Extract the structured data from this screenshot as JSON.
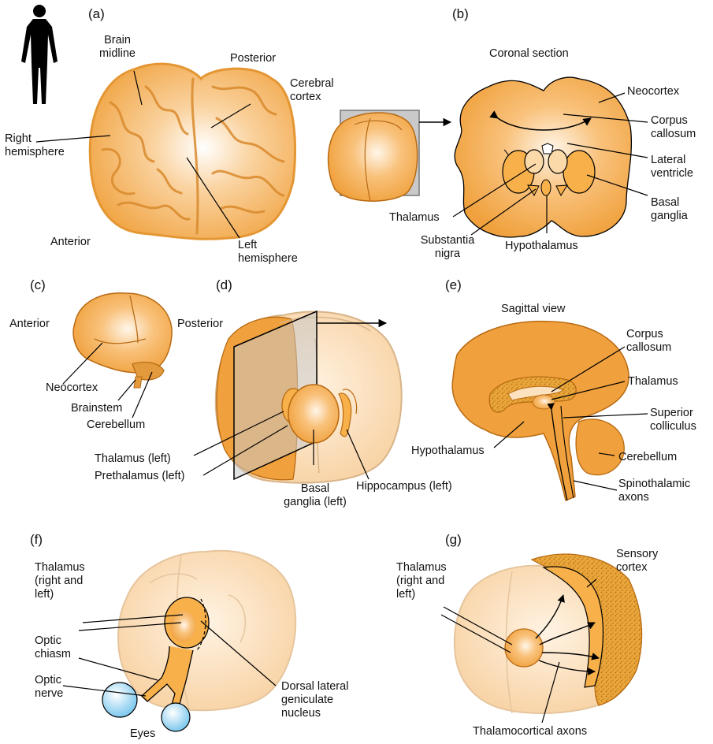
{
  "panels": {
    "a": {
      "letter": "(a)",
      "brain_midline": "Brain\nmidline",
      "posterior": "Posterior",
      "cerebral_cortex": "Cerebral\ncortex",
      "right_hemisphere": "Right\nhemisphere",
      "anterior": "Anterior",
      "left_hemisphere": "Left\nhemisphere"
    },
    "b": {
      "letter": "(b)",
      "title": "Coronal section",
      "neocortex": "Neocortex",
      "corpus_callosum": "Corpus\ncallosum",
      "lateral_ventricle": "Lateral\nventricle",
      "basal_ganglia": "Basal\nganglia",
      "thalamus": "Thalamus",
      "substantia_nigra": "Substantia\nnigra",
      "hypothalamus": "Hypothalamus"
    },
    "c": {
      "letter": "(c)",
      "anterior": "Anterior",
      "posterior": "Posterior",
      "neocortex": "Neocortex",
      "brainstem": "Brainstem",
      "cerebellum": "Cerebellum"
    },
    "d": {
      "letter": "(d)",
      "thalamus": "Thalamus (left)",
      "prethalamus": "Prethalamus (left)",
      "basal_ganglia": "Basal\nganglia (left)",
      "hippocampus": "Hippocampus (left)"
    },
    "e": {
      "letter": "(e)",
      "title": "Sagittal view",
      "corpus_callosum": "Corpus\ncallosum",
      "thalamus": "Thalamus",
      "superior_colliculus": "Superior\ncolliculus",
      "hypothalamus": "Hypothalamus",
      "cerebellum": "Cerebellum",
      "spinothalamic": "Spinothalamic\naxons"
    },
    "f": {
      "letter": "(f)",
      "thalamus": "Thalamus\n(right and\nleft)",
      "optic_chiasm": "Optic\nchiasm",
      "optic_nerve": "Optic\nnerve",
      "eyes": "Eyes",
      "dlgn": "Dorsal lateral\ngeniculate\nnucleus"
    },
    "g": {
      "letter": "(g)",
      "thalamus": "Thalamus\n(right and\nleft)",
      "sensory_cortex": "Sensory\ncortex",
      "thalamocortical": "Thalamocortical axons"
    }
  },
  "colors": {
    "tissue": "#f7b04a",
    "tissue_light": "#fde2bf",
    "tissue_pale": "#fbe3c8",
    "outline": "#b86a12",
    "eye": "#a9dcf5",
    "silhouette": "#000000"
  }
}
